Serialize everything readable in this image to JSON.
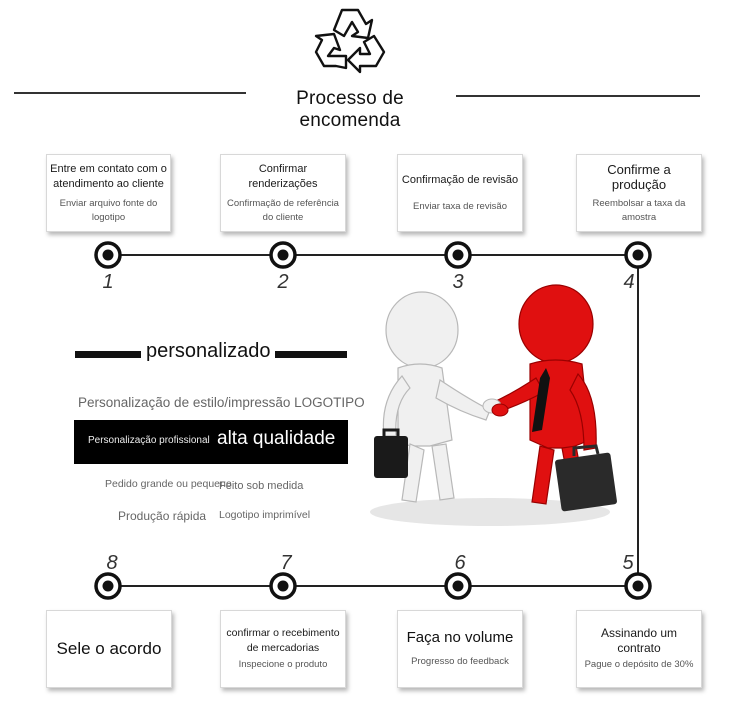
{
  "header": {
    "title": "Processo de encomenda",
    "icon": "recycle-icon"
  },
  "steps": [
    {
      "number": "1",
      "title": "Entre em contato com o atendimento ao cliente",
      "subtitle": "Enviar arquivo fonte do logotipo"
    },
    {
      "number": "2",
      "title": "Confirmar renderizações",
      "subtitle": "Confirmação de referência do cliente"
    },
    {
      "number": "3",
      "title": "Confirmação de revisão",
      "subtitle": "Enviar taxa de revisão"
    },
    {
      "number": "4",
      "title": "Confirme a produção",
      "subtitle": "Reembolsar a taxa da amostra"
    },
    {
      "number": "5",
      "title": "Assinando um contrato",
      "subtitle": "Pague o depósito de 30%"
    },
    {
      "number": "6",
      "title": "Faça no volume",
      "subtitle": "Progresso do feedback"
    },
    {
      "number": "7",
      "title": "confirmar o recebimento de mercadorias",
      "subtitle": "Inspecione o produto"
    },
    {
      "number": "8",
      "title": "Sele o acordo",
      "subtitle": ""
    }
  ],
  "promo": {
    "heading": "personalizado",
    "line1": "Personalização de estilo/impressão LOGOTIPO",
    "box_small": "Personalização profissional",
    "box_big": "alta qualidade",
    "item1": "Pedido grande ou pequeno",
    "item2": "Feito sob medida",
    "item3": "Produção rápida",
    "item4": "Logotipo imprimível"
  },
  "colors": {
    "line": "#222222",
    "node_ring": "#111111",
    "black_box": "#000000",
    "figure_white": "#f2f2f2",
    "figure_red": "#e01010"
  }
}
